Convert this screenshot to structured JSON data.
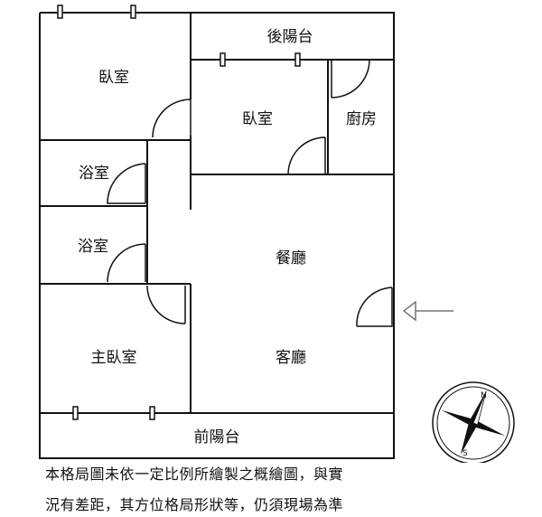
{
  "rooms": {
    "rear_balcony": "後陽台",
    "bedroom_1": "臥室",
    "bedroom_2": "臥室",
    "kitchen": "廚房",
    "bathroom_1": "浴室",
    "bathroom_2": "浴室",
    "dining_room": "餐廳",
    "master_bedroom": "主臥室",
    "living_room": "客廳",
    "front_balcony": "前陽台"
  },
  "compass": {
    "north": "N",
    "south": "S"
  },
  "disclaimer": {
    "line1": "本格局圖未依一定比例所繪製之概繪圖，與實",
    "line2": "況有差距，其方位格局形狀等，仍須現場為準"
  },
  "colors": {
    "wall": "#111111",
    "background": "#ffffff",
    "arrow": "#777777"
  }
}
